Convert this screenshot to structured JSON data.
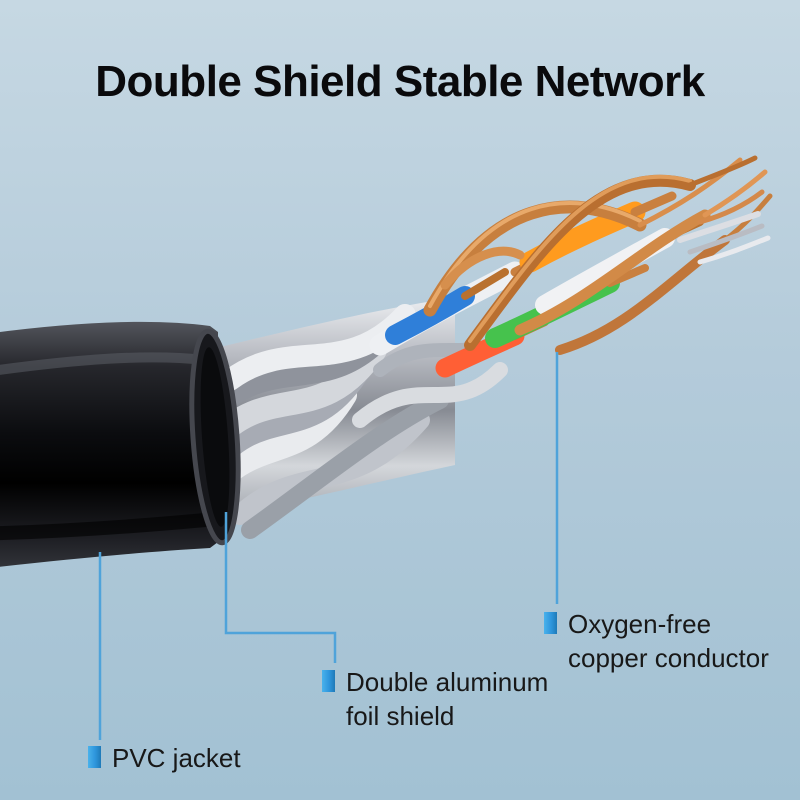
{
  "title": "Double Shield Stable Network",
  "callouts": [
    {
      "id": "pvc-jacket",
      "line1": "PVC jacket",
      "line2": ""
    },
    {
      "id": "foil-shield",
      "line1": "Double aluminum",
      "line2": "foil shield"
    },
    {
      "id": "copper-conductor",
      "line1": "Oxygen-free",
      "line2": "copper conductor"
    }
  ],
  "colors": {
    "background_top": "#c6d8e3",
    "background_bottom": "#a2c1d3",
    "accent": "#2e96dc",
    "leader_line": "#4fa3da",
    "title": "#0a0a0c",
    "jacket_black": "#0b0c0f",
    "foil_silver": "#c9ccd2",
    "copper": "#c77f3e",
    "wire_orange": "#ff8e1e",
    "wire_blue": "#2f7fd9",
    "wire_green": "#46c24d",
    "wire_red": "#ff5f35",
    "wire_white": "#eef0f3"
  }
}
